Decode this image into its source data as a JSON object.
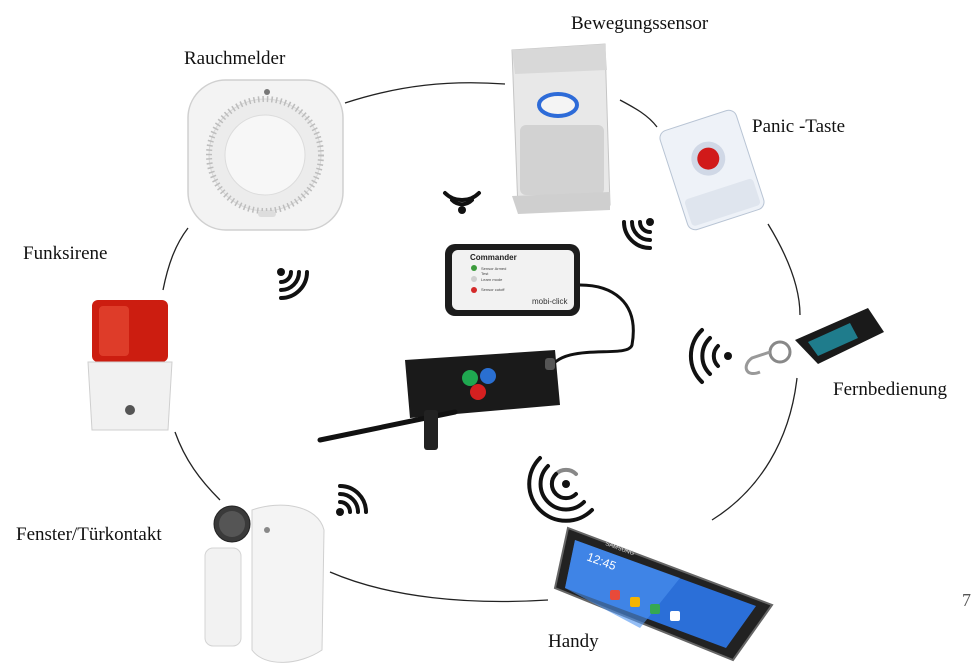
{
  "devices": {
    "smoke_detector": "Rauchmelder",
    "motion_sensor": "Bewegungssensor",
    "panic_button": "Panic -Taste",
    "siren": "Funksirene",
    "remote": "Fernbedienung",
    "contact": "Fenster/Türkontakt",
    "phone": "Handy"
  },
  "hub": {
    "commander_title": "Commander",
    "commander_line1": "Sensor Armed",
    "commander_line2": "Test",
    "commander_line3": "Learn mode",
    "commander_line4": "Sensor cutoff",
    "brand": "mobi-click"
  },
  "phone_screen": {
    "time": "12:45",
    "brand": "SAMSUNG"
  },
  "page_number": "7"
}
